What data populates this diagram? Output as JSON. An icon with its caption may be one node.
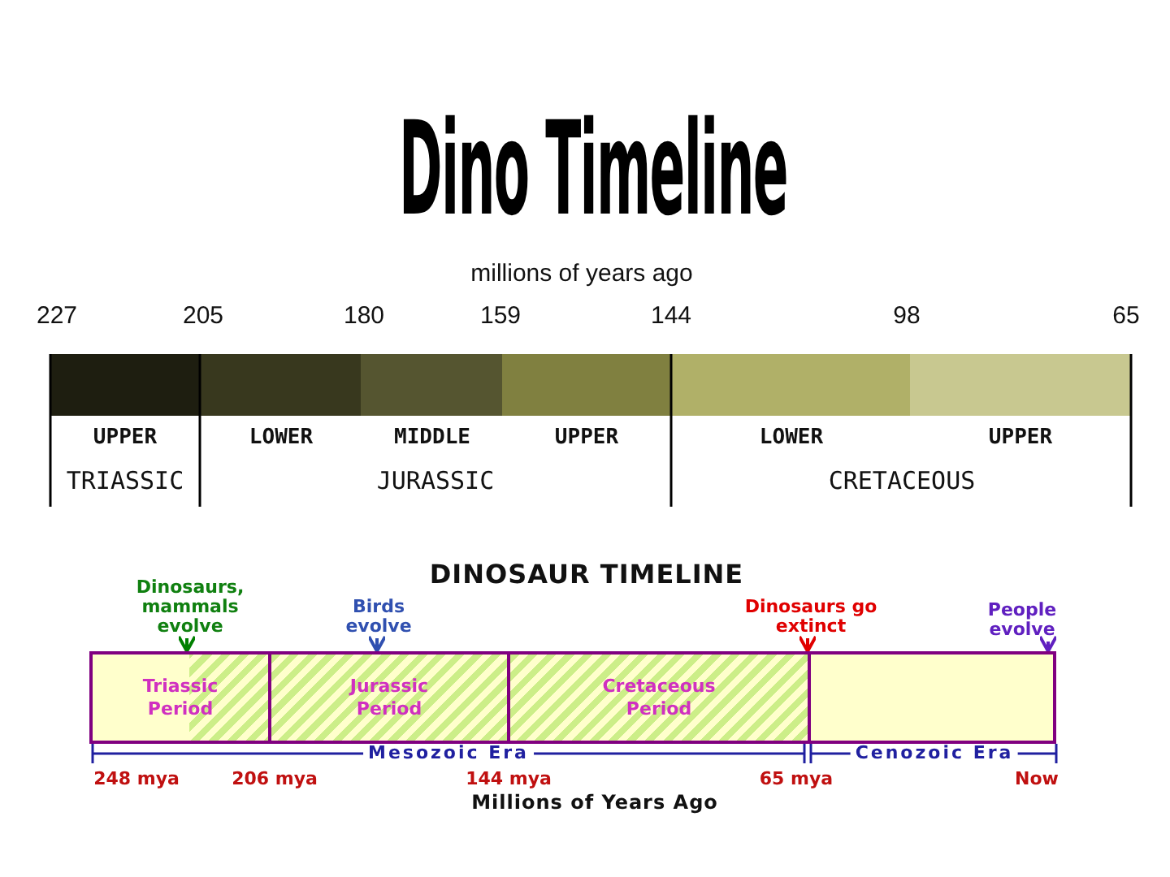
{
  "diagram": {
    "title": "Dino Timeline",
    "nodes": [
      {
        "text": [
          "Dinosaurs, mammals evolve"
        ]
      },
      {
        "text": [
          "Birds evolve"
        ]
      },
      {
        "text": [
          "Dinosaurs go extinct"
        ]
      },
      {
        "text": [
          "People evolve"
        ]
      },
      {
        "text": [
          "Triassic Period"
        ]
      },
      {
        "text": [
          "Jurassic Period"
        ]
      },
      {
        "text": [
          "Cretaceous Period"
        ]
      },
      {
        "text": [],
        "shape": "box"
      }
    ],
    "edges": [
      {
        "from": 0,
        "to": 4,
        "arrow": "to",
        "color": "#008000"
      },
      {
        "from": 1,
        "to": 5,
        "arrow": "to",
        "color": "#3050b0"
      },
      {
        "from": 2,
        "to": 6,
        "arrow": "to",
        "color": "#e00000"
      },
      {
        "from": 3,
        "to": 7,
        "arrow": "to",
        "color": "#6020c0"
      }
    ],
    "labels": [
      "millions of years ago",
      "227",
      "205",
      "180",
      "159",
      "144",
      "98",
      "65",
      "UPPER",
      "LOWER",
      "MIDDLE",
      "UPPER",
      "LOWER",
      "UPPER",
      "TRIASSIC",
      "JURASSIC",
      "CRETACEOUS",
      "DINOSAUR TIMELINE",
      "Mesozoic Era",
      "Cenozoic Era",
      "248 mya",
      "206 mya",
      "144 mya",
      "65 mya",
      "Now",
      "Millions of Years Ago"
    ]
  }
}
